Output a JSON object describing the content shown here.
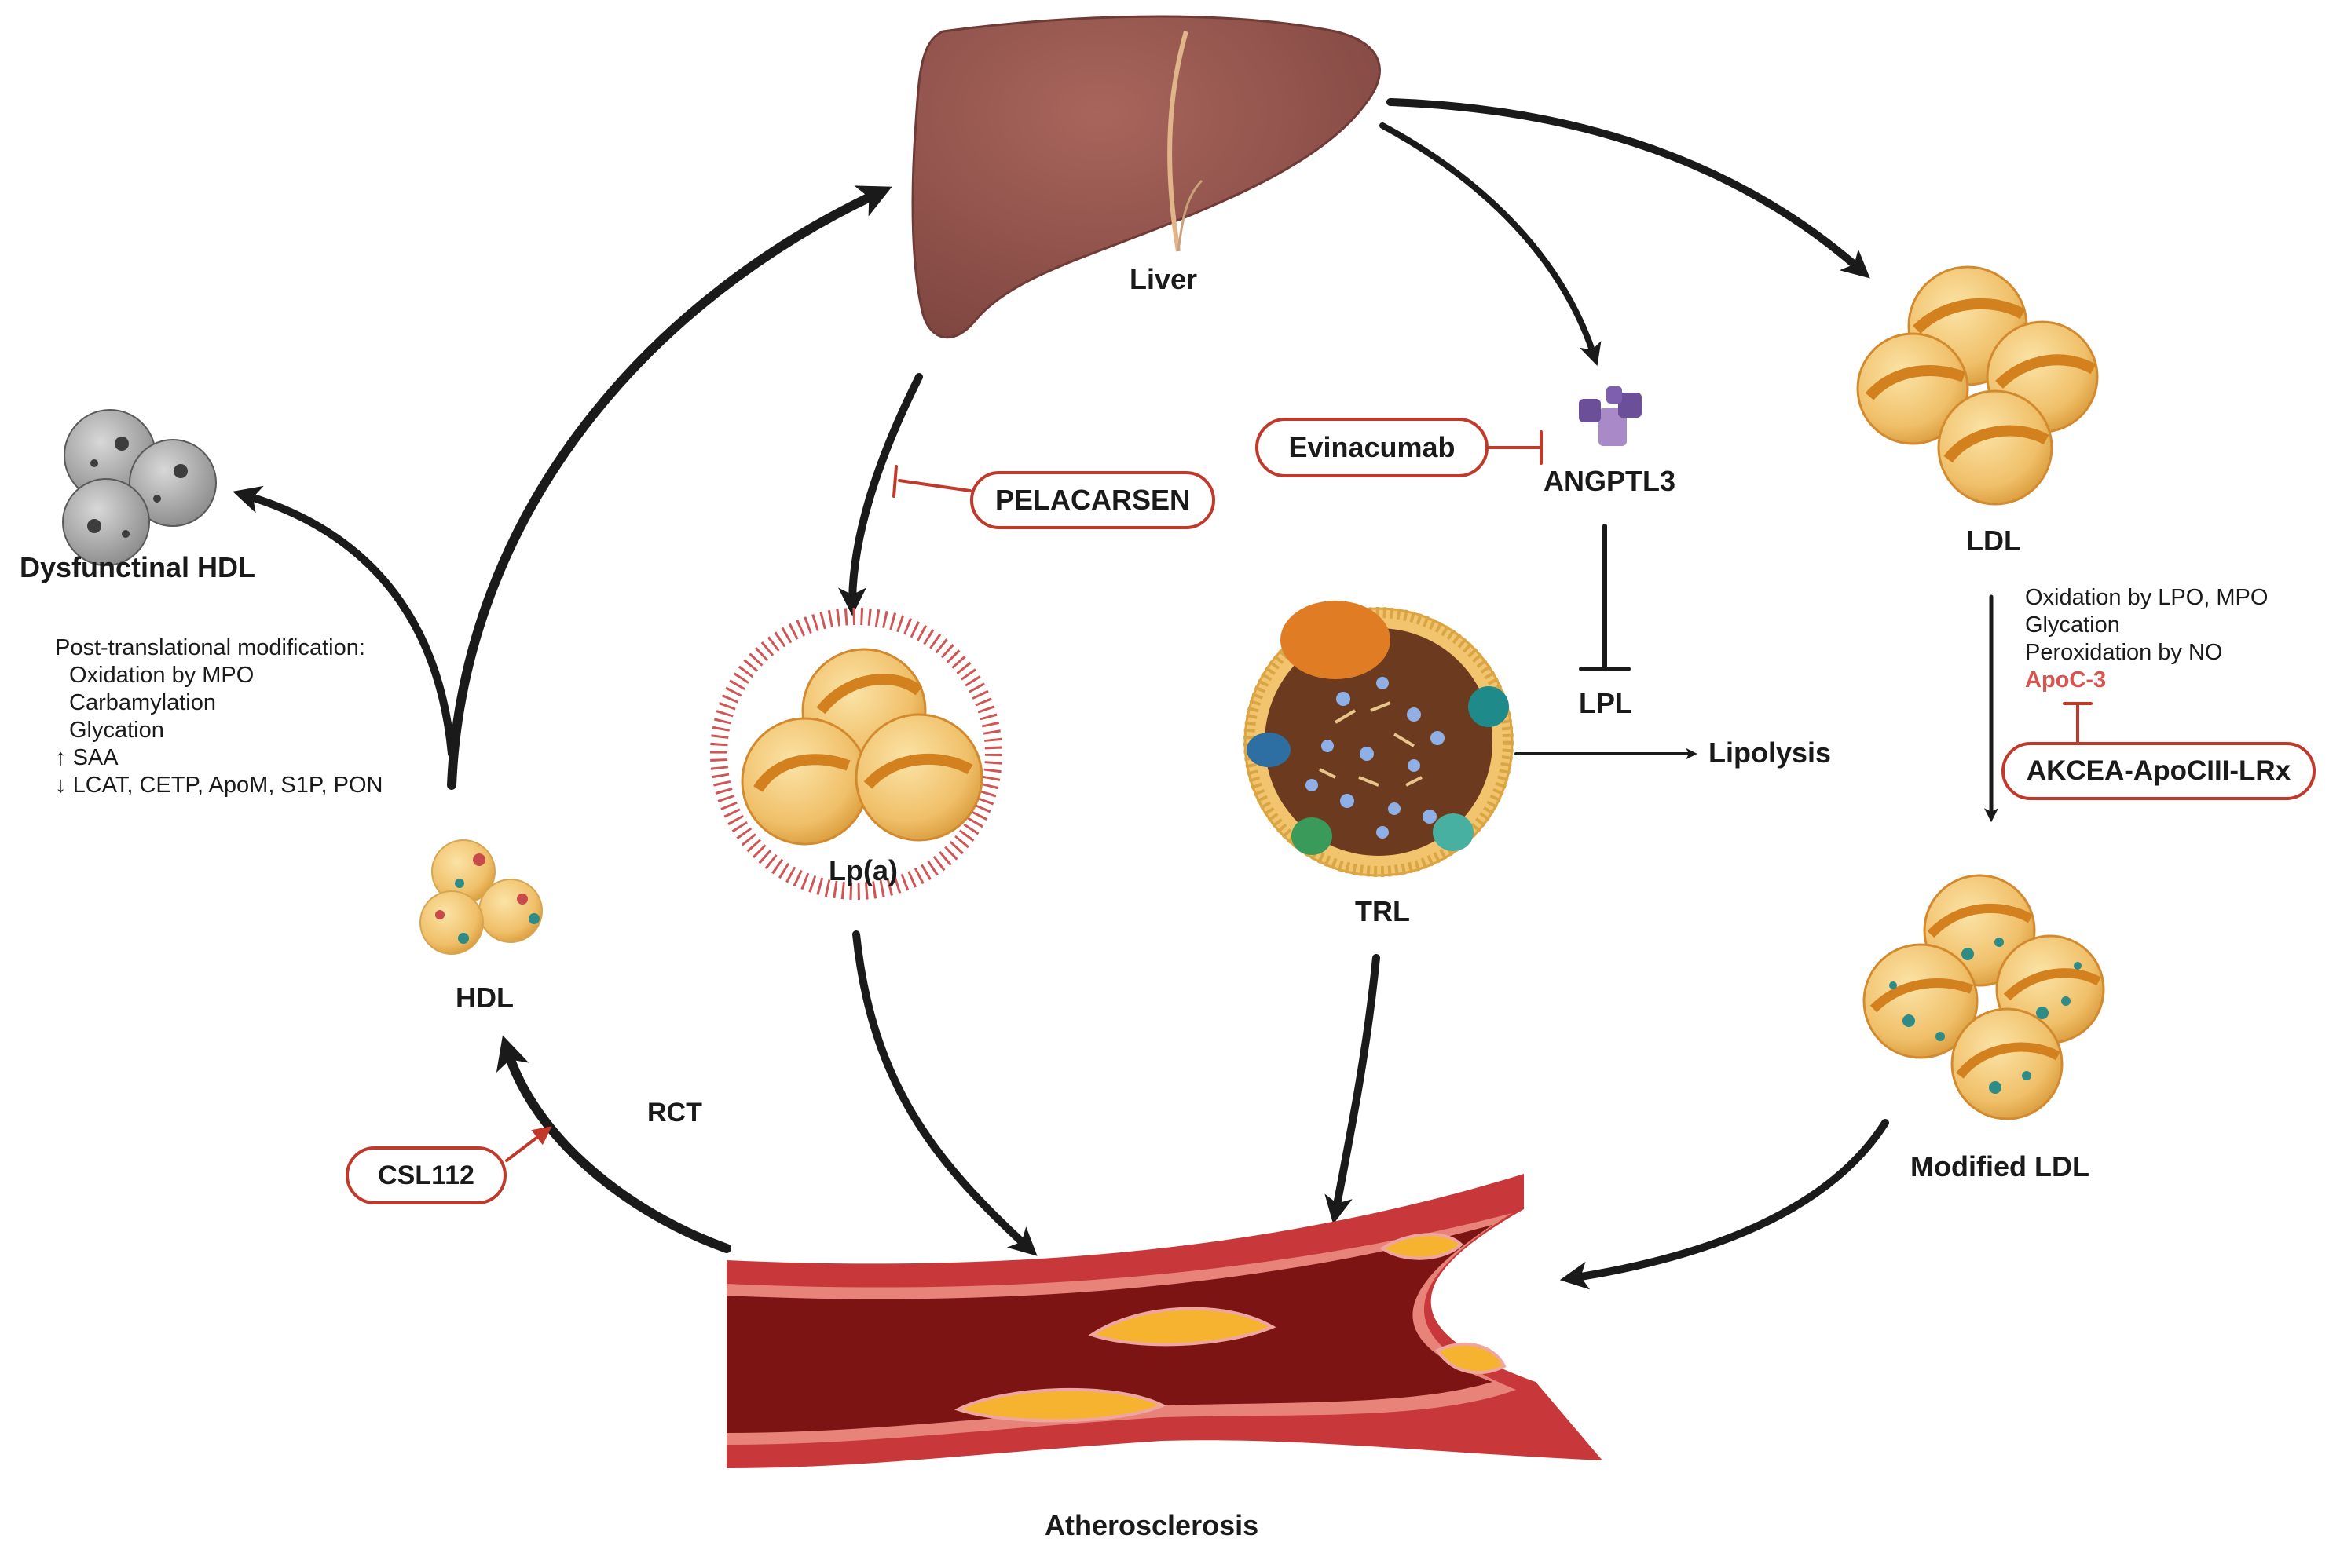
{
  "nodes": {
    "liver": "Liver",
    "ldl": "LDL",
    "modified_ldl": "Modified LDL",
    "lpa": "Lp(a)",
    "trl": "TRL",
    "angptl3": "ANGPTL3",
    "lpl": "LPL",
    "lipolysis": "Lipolysis",
    "hdl": "HDL",
    "dysfunctional_hdl": "Dysfunctinal HDL",
    "rct": "RCT",
    "atherosclerosis": "Atherosclerosis"
  },
  "drugs": {
    "pelacarsen": "PELACARSEN",
    "evinacumab": "Evinacumab",
    "akcea": "AKCEA-ApoCIII-LRx",
    "csl112": "CSL112"
  },
  "hdl_notes": {
    "heading": "Post-translational modification:",
    "items": [
      "Oxidation by MPO",
      "Carbamylation",
      "Glycation"
    ],
    "up": "SAA",
    "down": "LCAT, CETP, ApoM, S1P, PON",
    "up_arrow": "↑",
    "down_arrow": "↓"
  },
  "ldl_notes": {
    "items": [
      "Oxidation by LPO, MPO",
      "Glycation",
      "Peroxidation by NO"
    ],
    "target": "ApoC-3"
  },
  "colors": {
    "inhibitor": "#c0392b",
    "arrow": "#1a1a1a",
    "liver": "#9a5a52",
    "lipoprotein": "#f2c46e",
    "vessel": "#b3262a"
  }
}
